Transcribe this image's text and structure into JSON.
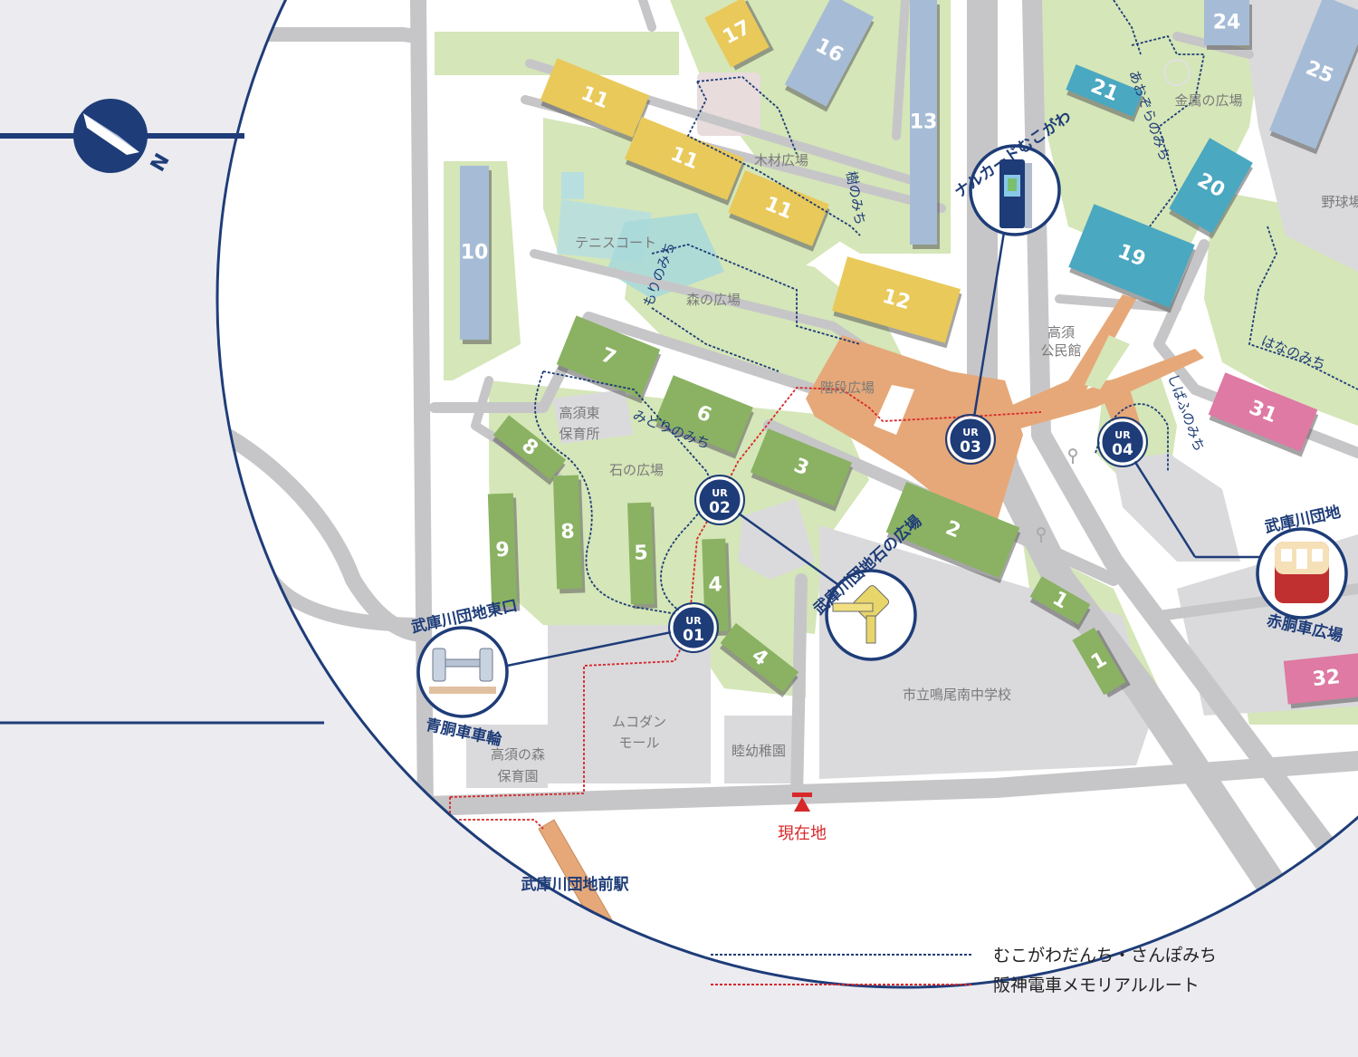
{
  "colors": {
    "background": "#ebebf0",
    "grass": "#d5e6b8",
    "road": "#c6c6c8",
    "plaza": "#e6a878",
    "navy": "#1e3c78",
    "red": "#d8282a",
    "yellow": "#e9c95a",
    "green": "#8ab262",
    "steel": "#a6bcd6",
    "teal": "#4aa8c0",
    "pink": "#de7aa4",
    "gray_area": "#dadadd"
  },
  "compass": {
    "label": "N",
    "icon": "compass-north-icon"
  },
  "buildings": [
    {
      "id": "b17",
      "label": "17"
    },
    {
      "id": "b16",
      "label": "16"
    },
    {
      "id": "b13",
      "label": "13"
    },
    {
      "id": "b24",
      "label": "24"
    },
    {
      "id": "b25",
      "label": "25"
    },
    {
      "id": "b21",
      "label": "21"
    },
    {
      "id": "b20",
      "label": "20"
    },
    {
      "id": "b19",
      "label": "19"
    },
    {
      "id": "b11a",
      "label": "11"
    },
    {
      "id": "b11b",
      "label": "11"
    },
    {
      "id": "b11c",
      "label": "11"
    },
    {
      "id": "b12",
      "label": "12"
    },
    {
      "id": "b10",
      "label": "10"
    },
    {
      "id": "b7",
      "label": "7"
    },
    {
      "id": "b6",
      "label": "6"
    },
    {
      "id": "b3",
      "label": "3"
    },
    {
      "id": "b2",
      "label": "2"
    },
    {
      "id": "b8a",
      "label": "8"
    },
    {
      "id": "b8b",
      "label": "8"
    },
    {
      "id": "b9",
      "label": "9"
    },
    {
      "id": "b5",
      "label": "5"
    },
    {
      "id": "b4a",
      "label": "4"
    },
    {
      "id": "b4b",
      "label": "4"
    },
    {
      "id": "b1a",
      "label": "1"
    },
    {
      "id": "b1b",
      "label": "1"
    },
    {
      "id": "b31",
      "label": "31"
    },
    {
      "id": "b32",
      "label": "32"
    }
  ],
  "places": {
    "kinzoku": "金属の広場",
    "mokuzai": "木材広場",
    "tennis": "テニスコート",
    "mori": "森の広場",
    "kaidan": "階段広場",
    "takasu_hall_1": "高須",
    "takasu_hall_2": "公民館",
    "nursery_east_1": "高須東",
    "nursery_east_2": "保育所",
    "ishi": "石の広場",
    "baseball": "野球場",
    "school": "市立鳴尾南中学校",
    "mall_1": "ムコダン",
    "mall_2": "モール",
    "kinder": "睦幼稚園",
    "forest_nursery_1": "高須の森",
    "forest_nursery_2": "保育園"
  },
  "paths": {
    "aozora": "あおぞらのみち",
    "ki": "樹のみち",
    "morinomichi": "もりのみち",
    "midori": "みどりのみち",
    "shibafu": "しばふのみち",
    "hana": "はなのみち"
  },
  "markers": [
    {
      "id": "ur01",
      "top": "UR",
      "num": "01"
    },
    {
      "id": "ur02",
      "top": "UR",
      "num": "02"
    },
    {
      "id": "ur03",
      "top": "UR",
      "num": "03"
    },
    {
      "id": "ur04",
      "top": "UR",
      "num": "04"
    }
  ],
  "poi": {
    "ur01": "武庫川団地東口",
    "ur01_sub": "青胴車車輪",
    "ur02": "武庫川団地石の広場",
    "ur03": "ナルカードむこがわ",
    "ur04": "武庫川団地",
    "ur04_sub": "赤胴車広場"
  },
  "station": "武庫川団地前駅",
  "current": "現在地",
  "legend": [
    {
      "label": "むこがわだんち・さんぽみち",
      "color": "#1e3c78"
    },
    {
      "label": "阪神電車メモリアルルート",
      "color": "#d8282a"
    }
  ]
}
